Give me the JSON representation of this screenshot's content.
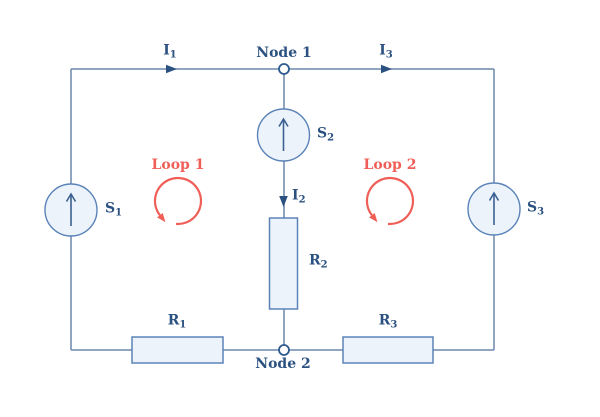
{
  "circuit": {
    "description": "Two-loop current-source circuit diagram",
    "colors": {
      "wire": "#6c88ab",
      "component_stroke": "#5b83b8",
      "component_fill": "#edf3fb",
      "label_text": "#2b5181",
      "loop_red": "#ef5f58",
      "node_stroke": "#2e5a8f"
    },
    "nodes": {
      "node1": {
        "label": "Node 1"
      },
      "node2": {
        "label": "Node 2"
      }
    },
    "currents": {
      "i1": {
        "base": "I",
        "sub": "1"
      },
      "i2": {
        "base": "I",
        "sub": "2"
      },
      "i3": {
        "base": "I",
        "sub": "3"
      }
    },
    "sources": {
      "s1": {
        "base": "S",
        "sub": "1"
      },
      "s2": {
        "base": "S",
        "sub": "2"
      },
      "s3": {
        "base": "S",
        "sub": "3"
      }
    },
    "resistors": {
      "r1": {
        "base": "R",
        "sub": "1"
      },
      "r2": {
        "base": "R",
        "sub": "2"
      },
      "r3": {
        "base": "R",
        "sub": "3"
      }
    },
    "loops": {
      "loop1": {
        "label": "Loop 1"
      },
      "loop2": {
        "label": "Loop 2"
      }
    }
  }
}
